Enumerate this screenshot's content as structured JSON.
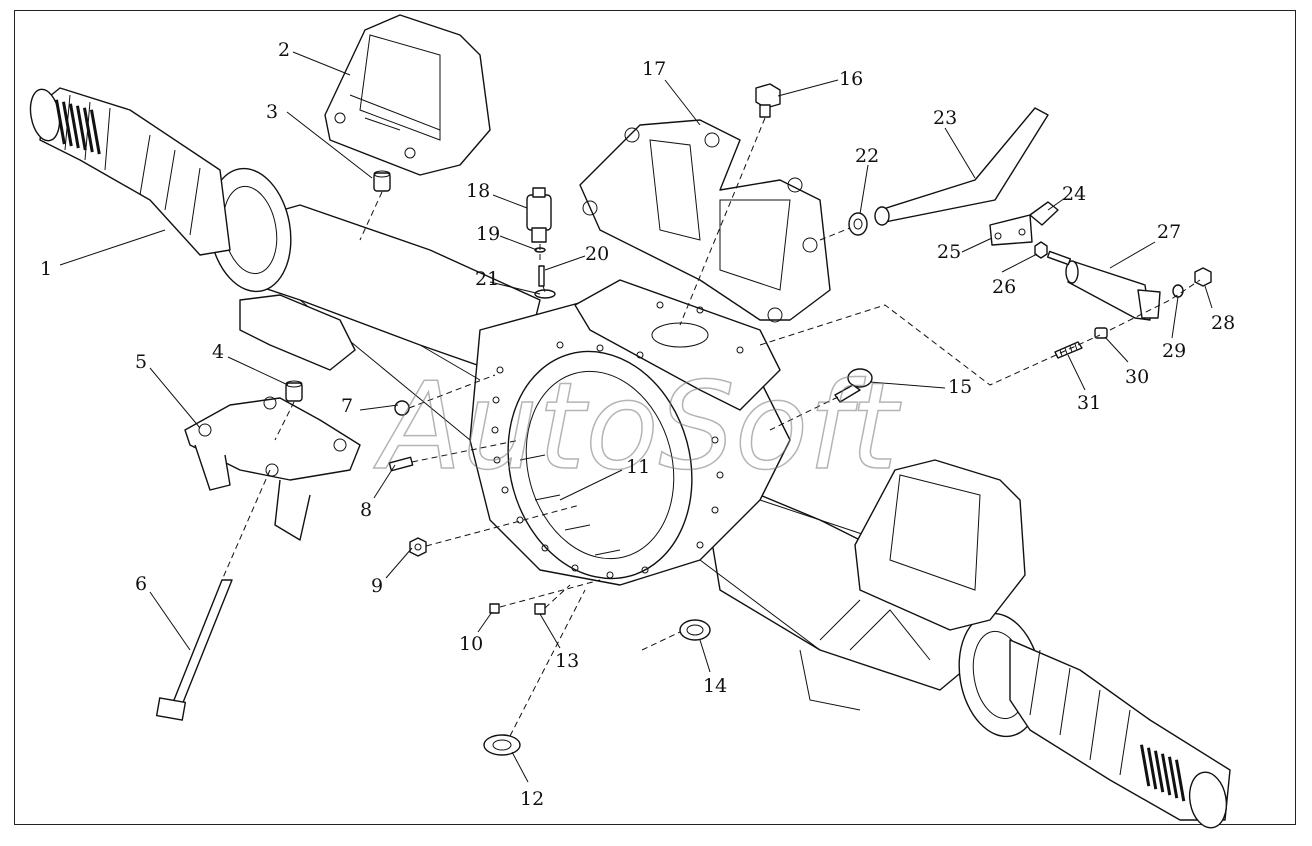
{
  "watermark": "AutoSoft",
  "callouts": [
    "1",
    "2",
    "3",
    "4",
    "5",
    "6",
    "7",
    "8",
    "9",
    "10",
    "11",
    "12",
    "13",
    "14",
    "15",
    "16",
    "17",
    "18",
    "19",
    "20",
    "21",
    "22",
    "23",
    "24",
    "25",
    "26",
    "27",
    "28",
    "29",
    "30",
    "31"
  ]
}
